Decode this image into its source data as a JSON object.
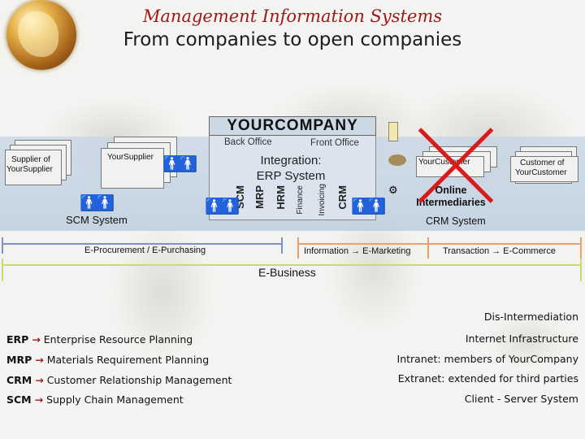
{
  "header": {
    "title": "Management Information Systems",
    "subtitle": "From companies to open companies"
  },
  "company": {
    "name": "YOURCOMPANY",
    "back_office": "Back Office",
    "front_office": "Front Office",
    "integration_line1": "Integration:",
    "integration_line2": "ERP System",
    "modules": [
      "SCM",
      "MRP",
      "HRM",
      "Finance",
      "Invoicing",
      "CRM"
    ]
  },
  "left": {
    "supplier_of_supplier_line1": "Supplier of",
    "supplier_of_supplier_line2": "YourSupplier",
    "supplier": "YourSupplier",
    "scm_system": "SCM System",
    "eprocurement": "E-Procurement / E-Purchasing"
  },
  "right": {
    "customer": "YourCustomer",
    "customer_of_customer_line1": "Customer of",
    "customer_of_customer_line2": "YourCustomer",
    "online_line1": "Online",
    "online_line2": "Intermediaries",
    "crm_system": "CRM System",
    "information": "Information → E-Marketing",
    "transaction": "Transaction → E-Commerce"
  },
  "ebusiness": "E-Business",
  "definitions": [
    {
      "abbr": "ERP",
      "text": "Enterprise Resource Planning"
    },
    {
      "abbr": "MRP",
      "text": "Materials Requirement Planning"
    },
    {
      "abbr": "CRM",
      "text": "Customer Relationship Management"
    },
    {
      "abbr": "SCM",
      "text": "Supply Chain Management"
    }
  ],
  "right_list": [
    "Dis-Intermediation",
    "Internet Infrastructure",
    "Intranet: members of YourCompany",
    "Extranet: extended for third parties",
    "Client - Server System"
  ],
  "colors": {
    "title": "#a01818",
    "cross": "#d81b1b",
    "procurement_line": "#7f8fc8",
    "marketing_line": "#e8a070",
    "ebusiness_line": "#c8dc70"
  }
}
